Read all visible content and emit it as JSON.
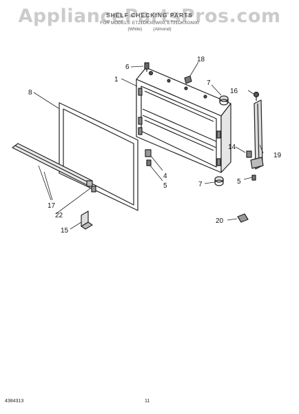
{
  "watermark": "AppliancePartsPros.com",
  "header": {
    "title": "SHELF CHECKING PARTS",
    "models": "FOR MODELS: ET21DKXGW00, ET21DKXGN00",
    "color_white": "(White)",
    "color_almond": "(Almond)"
  },
  "callouts": {
    "c1": "1",
    "c4": "4",
    "c5a": "5",
    "c5b": "5",
    "c6": "6",
    "c7a": "7",
    "c7b": "7",
    "c8": "8",
    "c14": "14",
    "c15": "15",
    "c16": "16",
    "c17": "17",
    "c18": "18",
    "c19": "19",
    "c20": "20",
    "c22": "22"
  },
  "footer": {
    "doc_number": "4384313",
    "page_number": "11"
  }
}
